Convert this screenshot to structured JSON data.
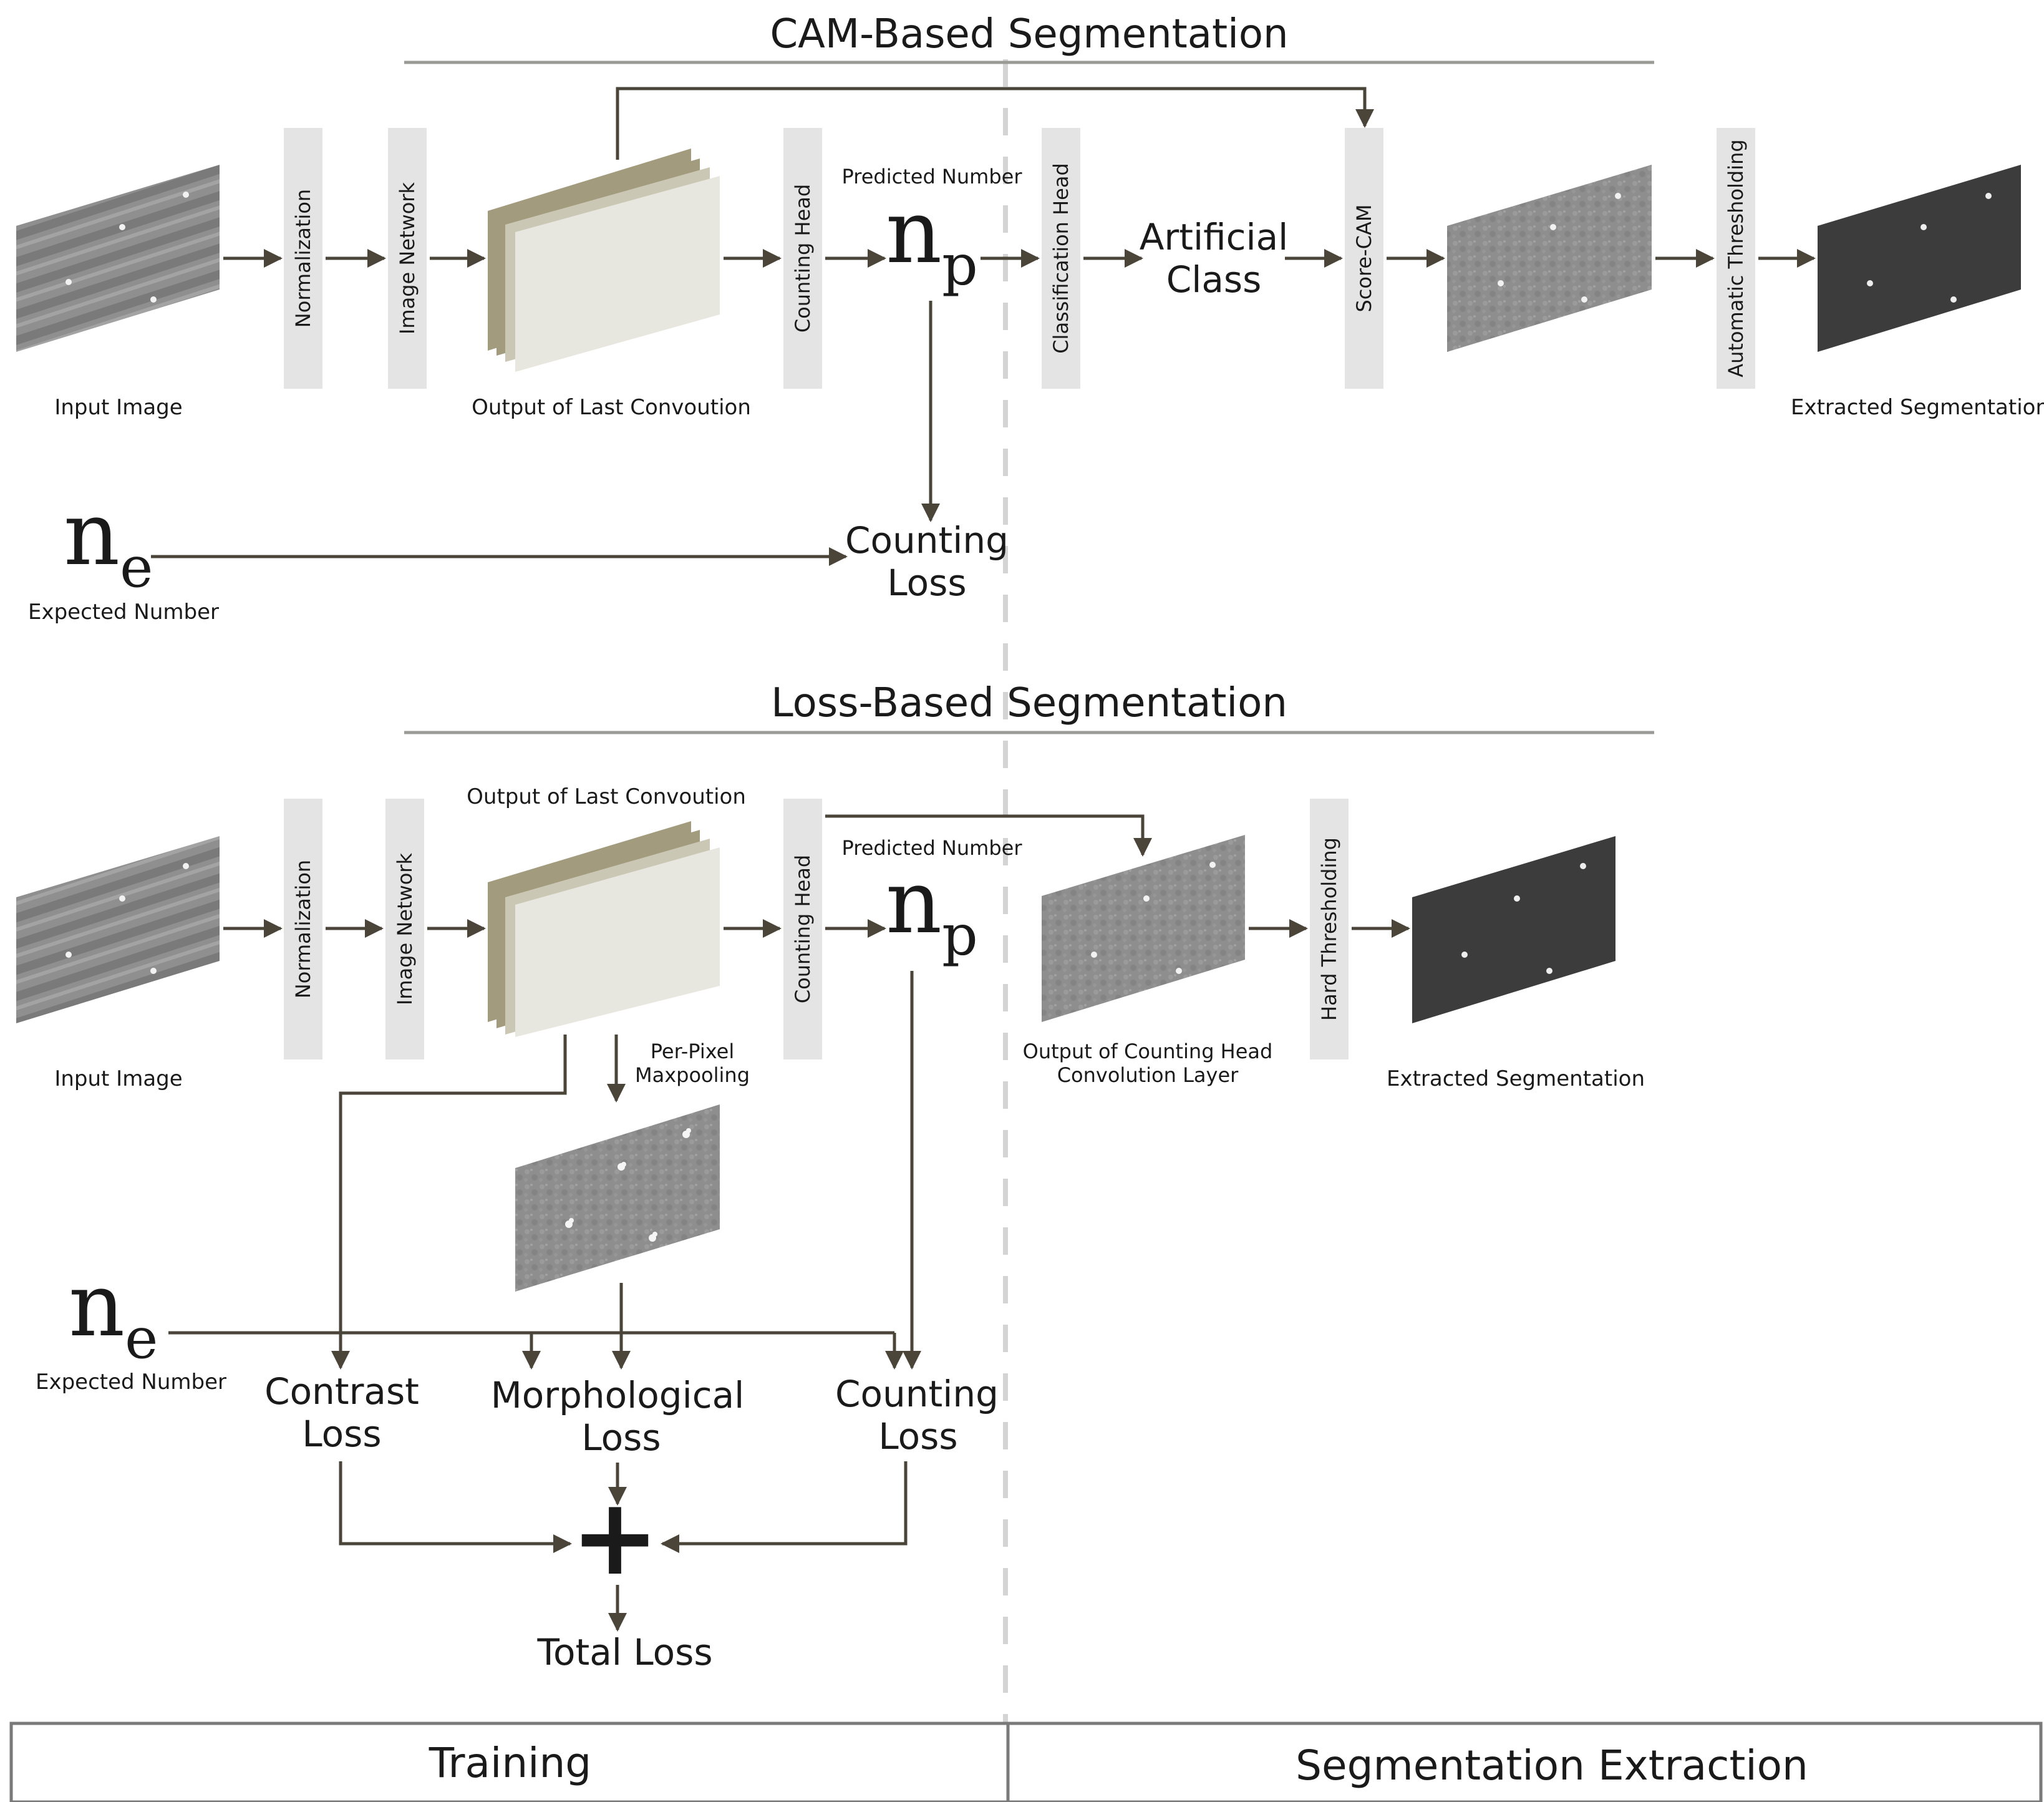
{
  "cam": {
    "title": "CAM-Based Segmentation",
    "input_label": "Input Image",
    "normalization": "Normalization",
    "image_network": "Image Network",
    "last_conv_label": "Output of Last Convoution",
    "counting_head": "Counting Head",
    "predicted_number_label": "Predicted Number",
    "np_main": "n",
    "np_sub": "p",
    "classification_head": "Classification Head",
    "artificial_line1": "Artificial",
    "artificial_line2": "Class",
    "score_cam": "Score-CAM",
    "auto_threshold": "Automatic Thresholding",
    "extracted_label": "Extracted Segmentation",
    "ne_main": "n",
    "ne_sub": "e",
    "expected_label": "Expected Number",
    "counting_loss_line1": "Counting",
    "counting_loss_line2": "Loss"
  },
  "loss": {
    "title": "Loss-Based Segmentation",
    "input_label": "Input Image",
    "normalization": "Normalization",
    "image_network": "Image Network",
    "last_conv_label": "Output of Last Convoution",
    "counting_head": "Counting Head",
    "predicted_number_label": "Predicted Number",
    "np_main": "n",
    "np_sub": "p",
    "maxpool_line1": "Per-Pixel",
    "maxpool_line2": "Maxpooling",
    "count_head_out_line1": "Output of Counting Head",
    "count_head_out_line2": "Convolution Layer",
    "hard_threshold": "Hard Thresholding",
    "extracted_label": "Extracted Segmentation",
    "ne_main": "n",
    "ne_sub": "e",
    "expected_label": "Expected Number",
    "contrast_line1": "Contrast",
    "contrast_line2": "Loss",
    "morph_line1": "Morphological",
    "morph_line2": "Loss",
    "counting_line1": "Counting",
    "counting_line2": "Loss",
    "plus": "+",
    "total_loss": "Total Loss"
  },
  "footer": {
    "training": "Training",
    "extraction": "Segmentation Extraction"
  },
  "colors": {
    "arrow": "#4a4538",
    "block": "#e4e4e4",
    "rule": "#9a9a96",
    "feature_back": "#a39b7d",
    "feature_mid": "#cbc7b5",
    "feature_front": "#e8e7df",
    "dark_seg": "#3c3c3c",
    "gray_map": "#9a9a9a"
  }
}
